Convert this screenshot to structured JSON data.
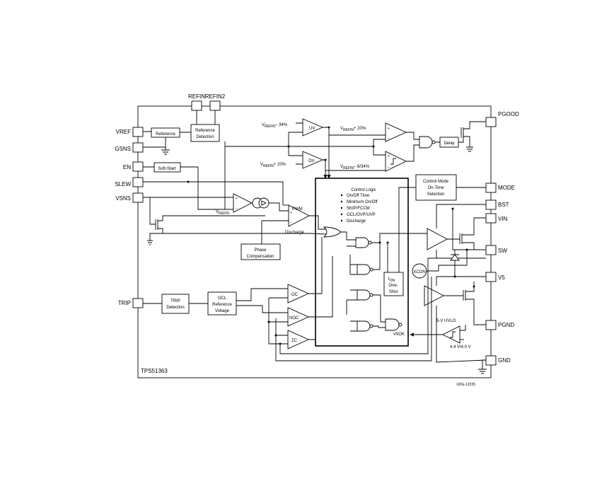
{
  "chip_name": "TPS51363",
  "drawing_code": "UDG-12235",
  "pins_left": [
    "VREF",
    "GSNS",
    "EN",
    "SLEW",
    "VSNS",
    "TRIP"
  ],
  "pins_top": [
    "REFIN",
    "REFIN2"
  ],
  "pins_right": [
    "PGOOD",
    "MODE",
    "BST",
    "VIN",
    "SW",
    "V5",
    "PGND",
    "GND"
  ],
  "blocks": {
    "reference": "Reference",
    "reference_detection": [
      "Reference",
      "Detection"
    ],
    "soft_start": "Soft-Start",
    "delay": "Delay",
    "phase_compensation": [
      "Phase",
      "Compensation"
    ],
    "trip_detection": [
      "TRIP",
      "Detection"
    ],
    "ocl_reference_voltage": [
      "OCL",
      "Reference",
      "Voltage"
    ],
    "control_mode_selection": [
      "Control Mode",
      "On-Time",
      "Selection"
    ],
    "one_shot": [
      "One-",
      "Shot"
    ]
  },
  "control_logic": {
    "title": "Control Logic",
    "items": [
      "On/Off Time",
      "Minimum On/Off",
      "SKIP/FCCM",
      "OCL/OVP/UVP",
      "Discharge"
    ]
  },
  "comparators": {
    "uv": "UV",
    "ov": "OV",
    "pwm": "PWM",
    "oc": "OC",
    "noc": "NOC",
    "zc": "ZC"
  },
  "labels": {
    "vrefin_minus_34": "– 34%",
    "vrefin_plus_20_top": "+ 20%",
    "vrefin_plus_20_left": "+ 20%",
    "vrefin_minus_8_34": "– 8/34%",
    "vrefin_v": "V",
    "vrefin_sub": "REFIN",
    "discharge": "Discharge",
    "xcon": "XCON",
    "v5ok": "V5OK",
    "uvlo": "5-V UVLO",
    "uvlo_threshold": "4.4 V/4.0 V",
    "ton_t": "t",
    "ton_sub": "ON"
  }
}
